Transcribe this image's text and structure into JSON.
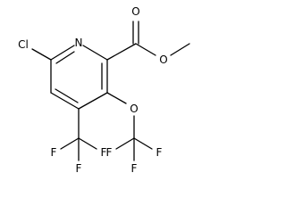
{
  "molecule": {
    "atoms": {
      "cl": "Cl",
      "n": "N",
      "o_carbonyl": "O",
      "o_ester": "O",
      "o_ether": "O",
      "f_cf3_ring_a": "F",
      "f_cf3_ring_b": "F",
      "f_cf3_ring_c": "F",
      "f_ocf3_a": "F",
      "f_ocf3_b": "F",
      "f_ocf3_c": "F"
    }
  }
}
